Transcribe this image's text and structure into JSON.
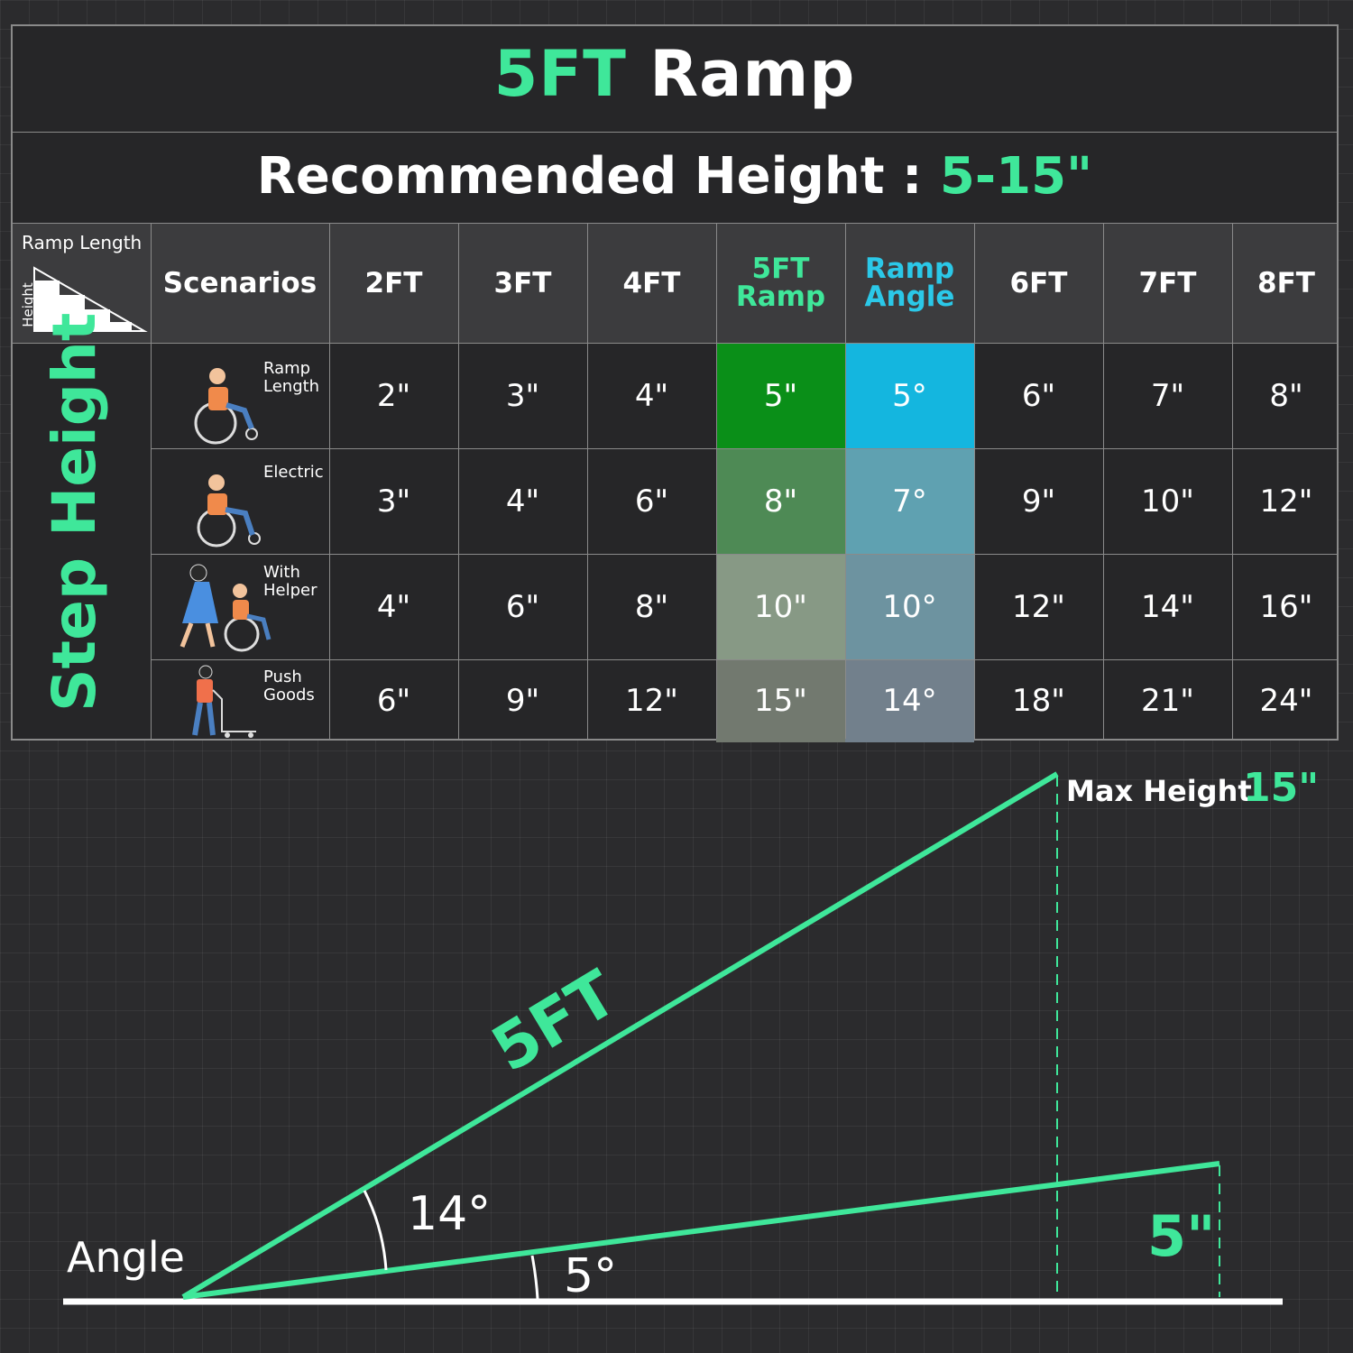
{
  "title": {
    "accent": "5FT",
    "rest": "Ramp"
  },
  "subtitle": {
    "label": "Recommended Height :",
    "value": "5-15\""
  },
  "corner": {
    "ramp_length": "Ramp Length",
    "height": "Height"
  },
  "side_label": "Step Height",
  "headers": {
    "scenarios": "Scenarios",
    "cols": [
      "2FT",
      "3FT",
      "4FT",
      "5FT\nRamp",
      "Ramp\nAngle",
      "6FT",
      "7FT",
      "8FT"
    ]
  },
  "rows": [
    {
      "scenario": "Ramp\nLength",
      "values": [
        "2\"",
        "3\"",
        "4\"",
        "5\"",
        "5°",
        "6\"",
        "7\"",
        "8\""
      ]
    },
    {
      "scenario": "Electric",
      "values": [
        "3\"",
        "4\"",
        "6\"",
        "8\"",
        "7°",
        "9\"",
        "10\"",
        "12\""
      ]
    },
    {
      "scenario": "With\nHelper",
      "values": [
        "4\"",
        "6\"",
        "8\"",
        "10\"",
        "10°",
        "12\"",
        "14\"",
        "16\""
      ]
    },
    {
      "scenario": "Push\nGoods",
      "values": [
        "6\"",
        "9\"",
        "12\"",
        "15\"",
        "14°",
        "18\"",
        "21\"",
        "24\""
      ]
    }
  ],
  "colors": {
    "accent_green": "#3fe79a",
    "accent_blue": "#2bc8e8",
    "ramp_col_fills": [
      "#0a8f18",
      "#4e8a55",
      "#879985",
      "#72796f"
    ],
    "angle_col_fills": [
      "#14b6df",
      "#5fa1b1",
      "#6d93a0",
      "#72808c"
    ]
  },
  "diagram": {
    "max_height_label": "Max Height:",
    "max_height_value": "15\"",
    "ramp_label": "5FT",
    "angle_large": "14°",
    "angle_small": "5°",
    "min_height_value": "5\"",
    "angle_label": "Angle"
  }
}
